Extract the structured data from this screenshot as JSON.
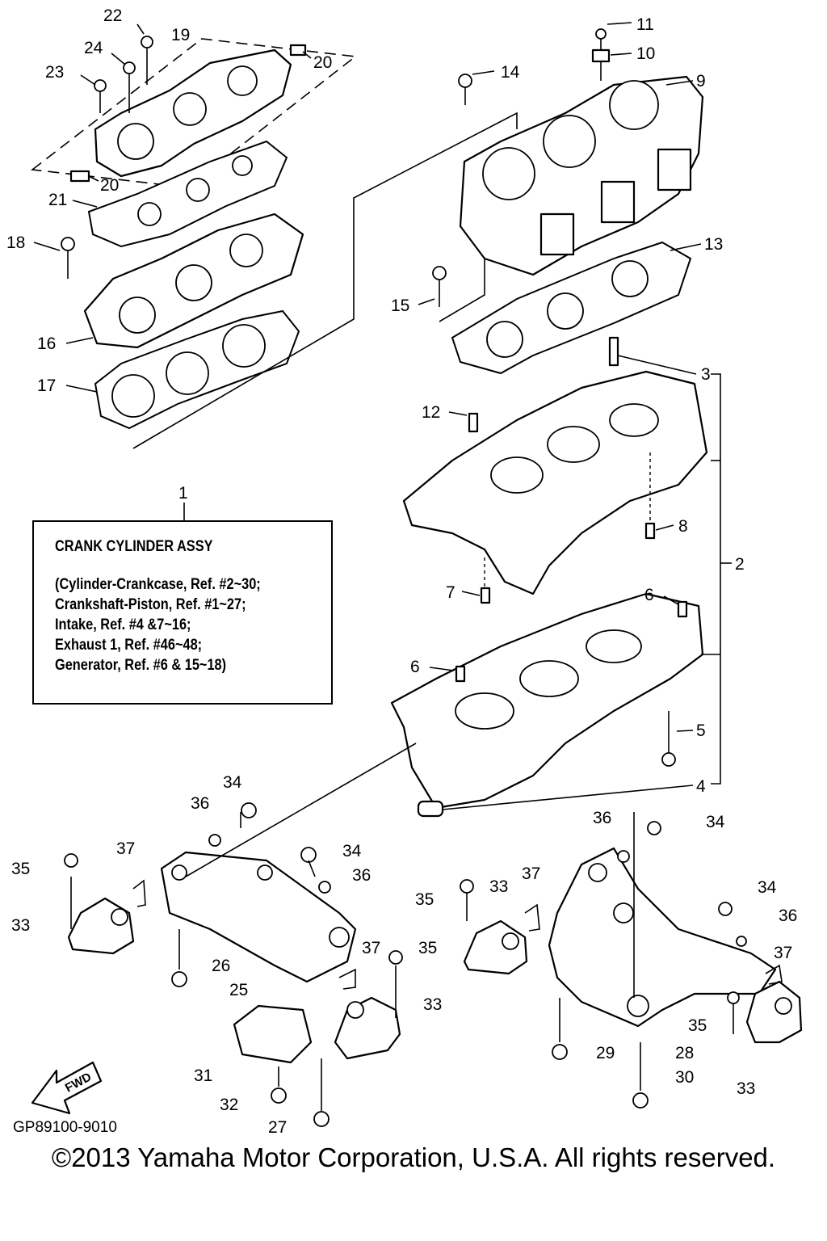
{
  "callouts": {
    "c1": "1",
    "c2": "2",
    "c3": "3",
    "c4": "4",
    "c5": "5",
    "c6a": "6",
    "c6b": "6",
    "c7": "7",
    "c8": "8",
    "c9": "9",
    "c10": "10",
    "c11": "11",
    "c12": "12",
    "c13": "13",
    "c14": "14",
    "c15": "15",
    "c16": "16",
    "c17": "17",
    "c18": "18",
    "c19": "19",
    "c20a": "20",
    "c20b": "20",
    "c21": "21",
    "c22": "22",
    "c23": "23",
    "c24": "24",
    "c25": "25",
    "c26": "26",
    "c27": "27",
    "c28": "28",
    "c29": "29",
    "c30": "30",
    "c31": "31",
    "c32": "32",
    "c33a": "33",
    "c33b": "33",
    "c33c": "33",
    "c33d": "33",
    "c34a": "34",
    "c34b": "34",
    "c34c": "34",
    "c34d": "34",
    "c35a": "35",
    "c35b": "35",
    "c35c": "35",
    "c35d": "35",
    "c36a": "36",
    "c36b": "36",
    "c36c": "36",
    "c36d": "36",
    "c37a": "37",
    "c37b": "37",
    "c37c": "37",
    "c37d": "37"
  },
  "note": {
    "title": "CRANK CYLINDER ASSY",
    "lines": [
      "(Cylinder-Crankcase, Ref. #2~30;",
      "Crankshaft-Piston, Ref. #1~27;",
      "Intake, Ref. #4 &7~16;",
      "Exhaust 1, Ref. #46~48;",
      "Generator, Ref. #6 & 15~18)"
    ]
  },
  "fwd_label": "FWD",
  "diagram_id": "GP89100-9010",
  "copyright": "©2013 Yamaha Motor Corporation, U.S.A. All rights reserved."
}
